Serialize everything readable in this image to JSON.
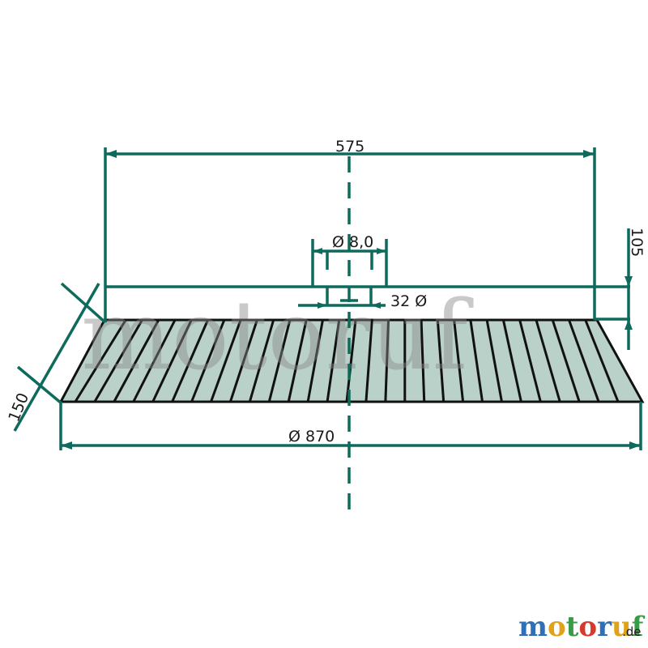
{
  "colors": {
    "dimension_line": "#0e6b5c",
    "outline": "#111111",
    "fill": "#b9d1c8",
    "watermark": "#8a8a8a"
  },
  "dimensions": {
    "top_width": "575",
    "hub_diameter": "Ø 8,0",
    "bore": "32 Ø",
    "height": "105",
    "slant": "150",
    "bottom_diameter": "Ø 870"
  },
  "watermark": "motoruf",
  "logo": {
    "letters": [
      {
        "char": "m",
        "color": "#2e6fb5"
      },
      {
        "char": "o",
        "color": "#e0a11b"
      },
      {
        "char": "t",
        "color": "#3a9a47"
      },
      {
        "char": "o",
        "color": "#d43b2f"
      },
      {
        "char": "r",
        "color": "#2e6fb5"
      },
      {
        "char": "u",
        "color": "#e0a11b"
      },
      {
        "char": "f",
        "color": "#3a9a47"
      }
    ],
    "suffix": ".de"
  }
}
